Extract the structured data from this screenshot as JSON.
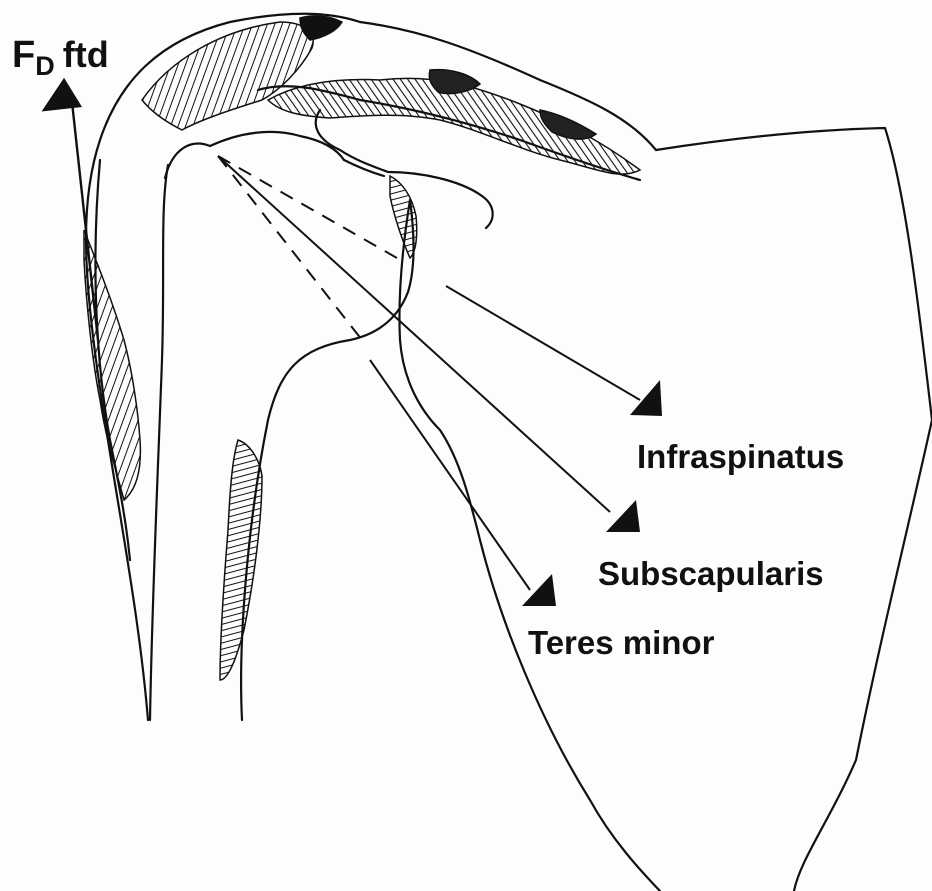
{
  "labels": {
    "force_main": "F",
    "force_sub": "D",
    "force_suffix": "ftd",
    "infraspinatus": "Infraspinatus",
    "subscapularis": "Subscapularis",
    "teres_minor": "Teres minor"
  },
  "colors": {
    "ink": "#111111",
    "paper": "#fdfdfb"
  }
}
